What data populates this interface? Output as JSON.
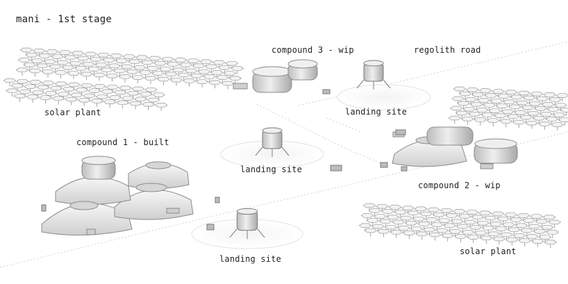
{
  "title": "mani - 1st stage",
  "labels": {
    "compound3": "compound 3 - wip",
    "regolith_road": "regolith road",
    "solar_plant_top": "solar plant",
    "landing_site_top": "landing site",
    "compound1": "compound 1 - built",
    "landing_site_mid": "landing site",
    "compound2": "compound 2 - wip",
    "landing_site_bottom": "landing site",
    "solar_plant_bottom": "solar plant"
  },
  "colors": {
    "background": "#ffffff",
    "structure_fill": "#e6e6e6",
    "structure_shade": "#b5b5b5",
    "panel_fill": "#f2f2f2",
    "panel_stroke": "#9a9a9a",
    "text": "#222222"
  }
}
